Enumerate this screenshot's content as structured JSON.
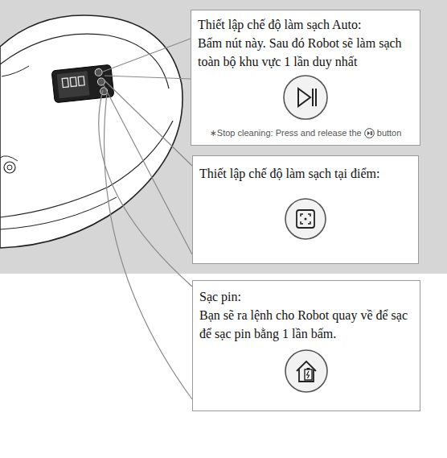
{
  "diagram": {
    "nodes": [
      {
        "text": [
          "Thiết lập chế độ làm sạch Auto:",
          "Bấm nút này. Sau đó Robot sẽ làm sạch toàn bộ khu vực 1 lần duy nhất"
        ]
      },
      {
        "text": [
          "Thiết lập chế độ làm sạch tại điểm:"
        ]
      },
      {
        "text": [
          "Sạc pin:",
          "Bạn sẽ ra lệnh cho Robot quay về để sạc để sạc pin bằng 1 lần bấm."
        ]
      }
    ],
    "labels": [
      "∗Stop cleaning: Press and release the",
      "button"
    ]
  }
}
